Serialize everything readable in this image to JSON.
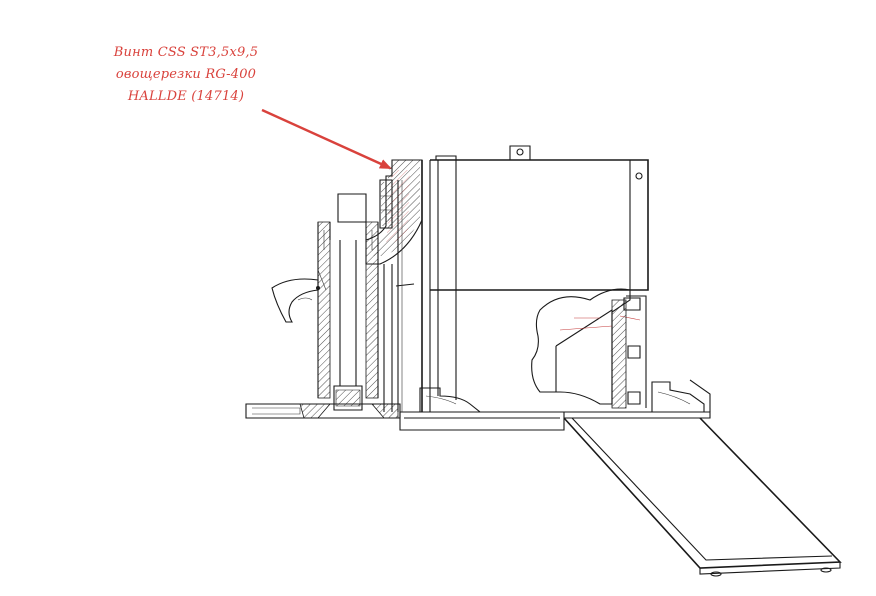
{
  "callout": {
    "line1": "Винт CSS ST3,5x9,5",
    "line2": "овощерезки RG-400",
    "line3": "HALLDE (14714)",
    "color": "#d9423c"
  },
  "drawing": {
    "line_color": "#1a1a1a",
    "hatch_color": "#c43a3a"
  }
}
